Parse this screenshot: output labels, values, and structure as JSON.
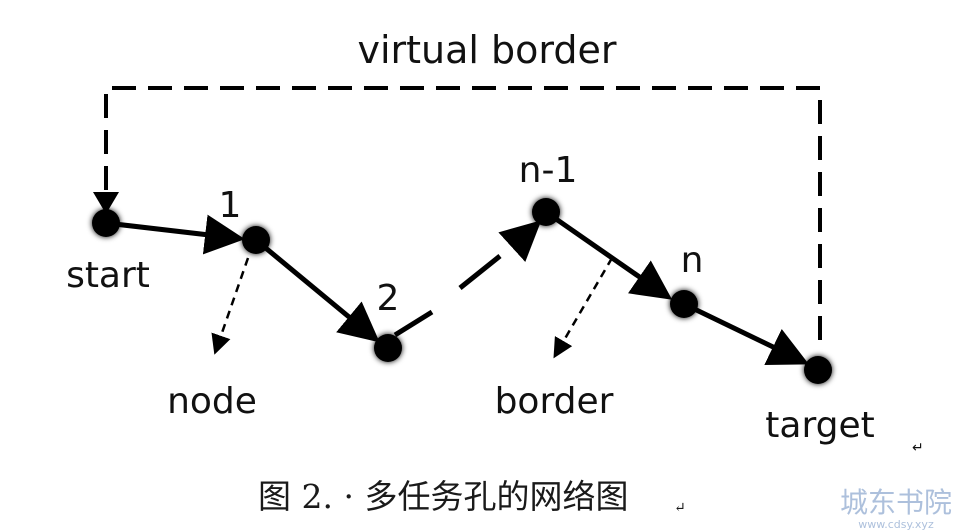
{
  "diagram": {
    "title": "virtual border",
    "nodes": [
      {
        "id": "start",
        "label": "start"
      },
      {
        "id": "n1",
        "label": "1"
      },
      {
        "id": "n2",
        "label": "2"
      },
      {
        "id": "nm1",
        "label": "n-1"
      },
      {
        "id": "nn",
        "label": "n"
      },
      {
        "id": "target",
        "label": "target"
      }
    ],
    "annotations": {
      "node": "node",
      "border": "border"
    },
    "caption": "图 2.  · 多任务孔的网络图",
    "caption_mark": "↵",
    "corner_mark": "↵"
  },
  "watermark": {
    "text": "城东书院",
    "url": "www.cdsy.xyz",
    "color": "#9fb6d6"
  }
}
